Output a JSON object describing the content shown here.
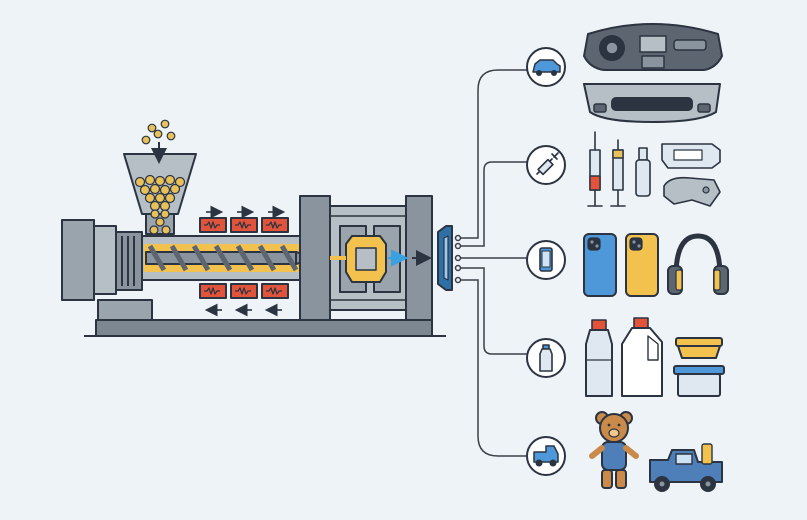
{
  "colors": {
    "background": "#eef3f8",
    "outline": "#2b3440",
    "machine_gray": "#8a949e",
    "machine_light": "#b6bec6",
    "machine_dark": "#5d6670",
    "melt_yellow": "#f2c14e",
    "pellet_yellow": "#e8c15a",
    "heater_red": "#e2533c",
    "arrow_blue": "#3aa0e0",
    "part_blue": "#2f6fa8",
    "phone_blue": "#4e97d8",
    "phone_yellow": "#f2c14e",
    "bottle_clear": "#dfe8f0",
    "toy_brown": "#c98a4a",
    "toy_blue": "#4e7fb8",
    "connector_line": "#3b4048"
  },
  "machine": {
    "components": [
      "hopper-icon",
      "plastic-pellets",
      "feed-arrow-icon",
      "barrel",
      "screw",
      "heater-bands",
      "melt-flow",
      "nozzle",
      "mold-halves",
      "clamping-unit",
      "machine-base"
    ]
  },
  "ejected_part": {
    "icon": "molded-part-icon"
  },
  "categories": [
    {
      "id": "automotive",
      "icon": "car-icon",
      "products": [
        "car-dashboard-icon",
        "car-bumper-icon"
      ]
    },
    {
      "id": "medical",
      "icon": "syringe-icon",
      "products": [
        "syringe-icon",
        "dropper-bottle-icon",
        "medical-device-housing-icon"
      ]
    },
    {
      "id": "electronics",
      "icon": "smartphone-icon",
      "products": [
        "phone-case-blue-icon",
        "phone-case-yellow-icon",
        "headphones-icon"
      ]
    },
    {
      "id": "packaging",
      "icon": "bottle-icon",
      "products": [
        "water-bottle-icon",
        "milk-jug-icon",
        "food-container-icon"
      ]
    },
    {
      "id": "toys",
      "icon": "toy-truck-icon",
      "products": [
        "teddy-bear-icon",
        "toy-truck-icon"
      ]
    }
  ]
}
